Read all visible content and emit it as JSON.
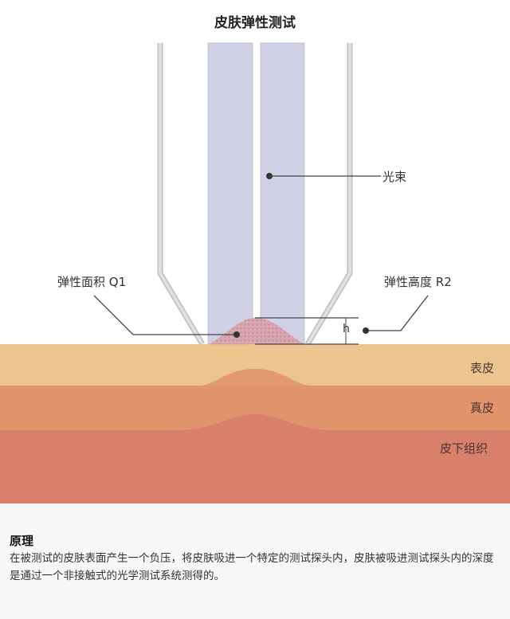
{
  "title": "皮肤弹性测试",
  "labels": {
    "light_beam": "光束",
    "elastic_area": "弹性面积 Q1",
    "elastic_height": "弹性高度 R2",
    "height_marker": "h"
  },
  "layers": [
    {
      "name": "表皮",
      "color": "#ebc48e"
    },
    {
      "name": "真皮",
      "color": "#e2946c"
    },
    {
      "name": "皮下组织",
      "color": "#d8806c"
    }
  ],
  "colors": {
    "beam": "#d0d0e6",
    "probe_wall": "#d4d4d4",
    "bulge": "#d9a3ad",
    "leader_line": "#333333"
  },
  "principle": {
    "heading": "原理",
    "text": "在被测试的皮肤表面产生一个负压，将皮肤吸进一个特定的测试探头内，皮肤被吸进测试探头内的深度是通过一个非接触式的光学测试系统测得的。"
  }
}
